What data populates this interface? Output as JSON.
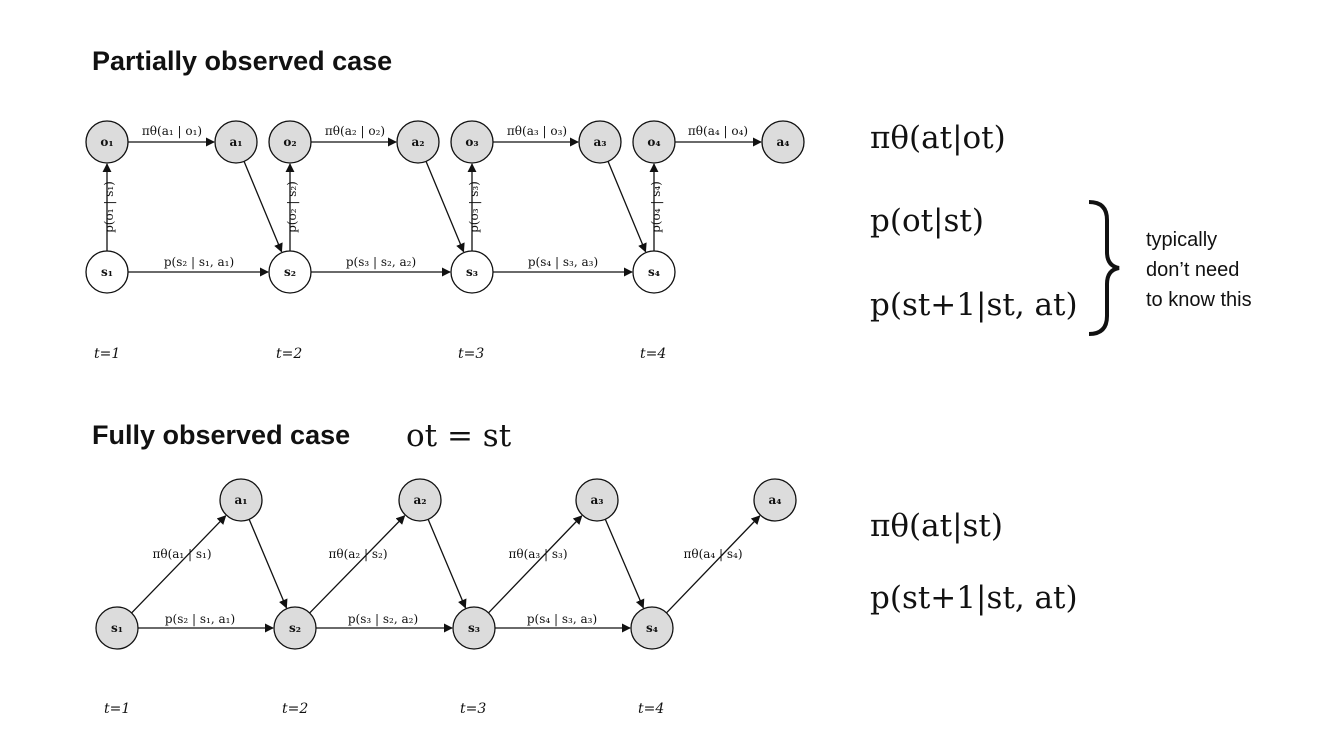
{
  "partial": {
    "heading": "Partially observed case",
    "equations": [
      "πθ(at|ot)",
      "p(ot|st)",
      "p(st+1|st, at)"
    ],
    "note_lines": [
      "typically",
      "don’t need",
      "to know this"
    ],
    "diagram": {
      "nodes": [
        {
          "id": "o1",
          "label": "o₁",
          "shaded": true
        },
        {
          "id": "a1",
          "label": "a₁",
          "shaded": true
        },
        {
          "id": "o2",
          "label": "o₂",
          "shaded": true
        },
        {
          "id": "a2",
          "label": "a₂",
          "shaded": true
        },
        {
          "id": "o3",
          "label": "o₃",
          "shaded": true
        },
        {
          "id": "a3",
          "label": "a₃",
          "shaded": true
        },
        {
          "id": "o4",
          "label": "o₄",
          "shaded": true
        },
        {
          "id": "a4",
          "label": "a₄",
          "shaded": true
        },
        {
          "id": "s1",
          "label": "s₁",
          "shaded": false
        },
        {
          "id": "s2",
          "label": "s₂",
          "shaded": false
        },
        {
          "id": "s3",
          "label": "s₃",
          "shaded": false
        },
        {
          "id": "s4",
          "label": "s₄",
          "shaded": false
        }
      ],
      "edges": [
        {
          "from": "o1",
          "to": "a1",
          "label": "πθ(a₁ | o₁)"
        },
        {
          "from": "o2",
          "to": "a2",
          "label": "πθ(a₂ | o₂)"
        },
        {
          "from": "o3",
          "to": "a3",
          "label": "πθ(a₃ | o₃)"
        },
        {
          "from": "o4",
          "to": "a4",
          "label": "πθ(a₄ | o₄)"
        },
        {
          "from": "s1",
          "to": "o1",
          "label": "p(o₁ | s₁)"
        },
        {
          "from": "s2",
          "to": "o2",
          "label": "p(o₂ | s₂)"
        },
        {
          "from": "s3",
          "to": "o3",
          "label": "p(o₃ | s₃)"
        },
        {
          "from": "s4",
          "to": "o4",
          "label": "p(o₄ | s₄)"
        },
        {
          "from": "a1",
          "to": "s2",
          "label": ""
        },
        {
          "from": "a2",
          "to": "s3",
          "label": ""
        },
        {
          "from": "a3",
          "to": "s4",
          "label": ""
        },
        {
          "from": "s1",
          "to": "s2",
          "label": "p(s₂ | s₁, a₁)"
        },
        {
          "from": "s2",
          "to": "s3",
          "label": "p(s₃ | s₂, a₂)"
        },
        {
          "from": "s3",
          "to": "s4",
          "label": "p(s₄ | s₃, a₃)"
        }
      ],
      "time_labels": [
        "t=1",
        "t=2",
        "t=3",
        "t=4"
      ]
    }
  },
  "full": {
    "heading": "Fully observed case",
    "heading_eq": "ot = st",
    "equations": [
      "πθ(at|st)",
      "p(st+1|st, at)"
    ],
    "diagram": {
      "nodes": [
        {
          "id": "a1",
          "label": "a₁",
          "shaded": true
        },
        {
          "id": "a2",
          "label": "a₂",
          "shaded": true
        },
        {
          "id": "a3",
          "label": "a₃",
          "shaded": true
        },
        {
          "id": "a4",
          "label": "a₄",
          "shaded": true
        },
        {
          "id": "s1",
          "label": "s₁",
          "shaded": true
        },
        {
          "id": "s2",
          "label": "s₂",
          "shaded": true
        },
        {
          "id": "s3",
          "label": "s₃",
          "shaded": true
        },
        {
          "id": "s4",
          "label": "s₄",
          "shaded": true
        }
      ],
      "edges": [
        {
          "from": "s1",
          "to": "a1",
          "label": "πθ(a₁ | s₁)"
        },
        {
          "from": "s2",
          "to": "a2",
          "label": "πθ(a₂ | s₂)"
        },
        {
          "from": "s3",
          "to": "a3",
          "label": "πθ(a₃ | s₃)"
        },
        {
          "from": "s4",
          "to": "a4",
          "label": "πθ(a₄ | s₄)"
        },
        {
          "from": "a1",
          "to": "s2",
          "label": ""
        },
        {
          "from": "a2",
          "to": "s3",
          "label": ""
        },
        {
          "from": "a3",
          "to": "s4",
          "label": ""
        },
        {
          "from": "s1",
          "to": "s2",
          "label": "p(s₂ | s₁, a₁)"
        },
        {
          "from": "s2",
          "to": "s3",
          "label": "p(s₃ | s₂, a₂)"
        },
        {
          "from": "s3",
          "to": "s4",
          "label": "p(s₄ | s₃, a₃)"
        }
      ],
      "time_labels": [
        "t=1",
        "t=2",
        "t=3",
        "t=4"
      ]
    }
  },
  "colors": {
    "shaded_fill": "#dcdcdc",
    "plain_fill": "#ffffff",
    "stroke": "#111111",
    "text": "#111111"
  }
}
